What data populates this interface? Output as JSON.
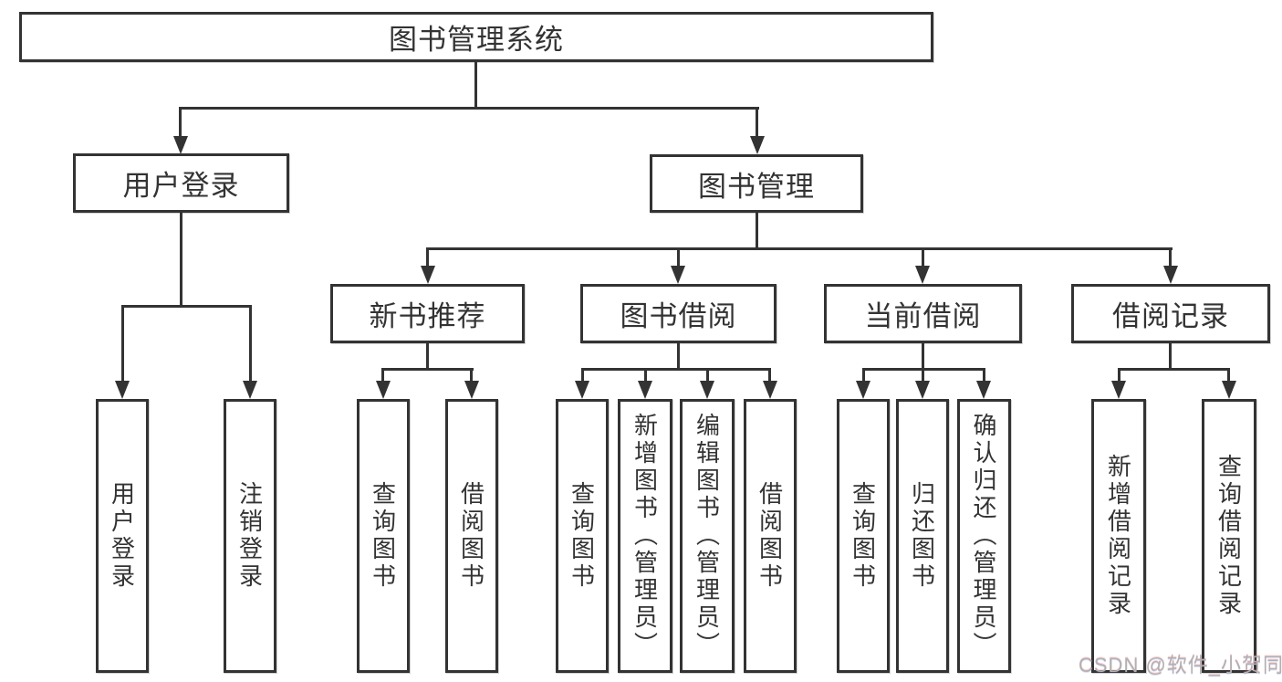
{
  "colors": {
    "line": "#333333",
    "text": "#333333",
    "background": "#ffffff",
    "watermark": "#b3b0b0"
  },
  "watermark": {
    "text": "CSDN @软件_小贺同学"
  },
  "tree": {
    "root": {
      "label": "图书管理系统"
    },
    "branches": [
      {
        "label": "用户登录",
        "children": [
          {
            "label": "用户登录"
          },
          {
            "label": "注销登录"
          }
        ]
      },
      {
        "label": "图书管理",
        "children": [
          {
            "label": "新书推荐",
            "children": [
              {
                "label": "查询图书"
              },
              {
                "label": "借阅图书"
              }
            ]
          },
          {
            "label": "图书借阅",
            "children": [
              {
                "label": "查询图书"
              },
              {
                "label": "新增图书（管理员）"
              },
              {
                "label": "编辑图书（管理员）"
              },
              {
                "label": "借阅图书"
              }
            ]
          },
          {
            "label": "当前借阅",
            "children": [
              {
                "label": "查询图书"
              },
              {
                "label": "归还图书"
              },
              {
                "label": "确认归还（管理员）"
              }
            ]
          },
          {
            "label": "借阅记录",
            "children": [
              {
                "label": "新增借阅记录"
              },
              {
                "label": "查询借阅记录"
              }
            ]
          }
        ]
      }
    ]
  }
}
